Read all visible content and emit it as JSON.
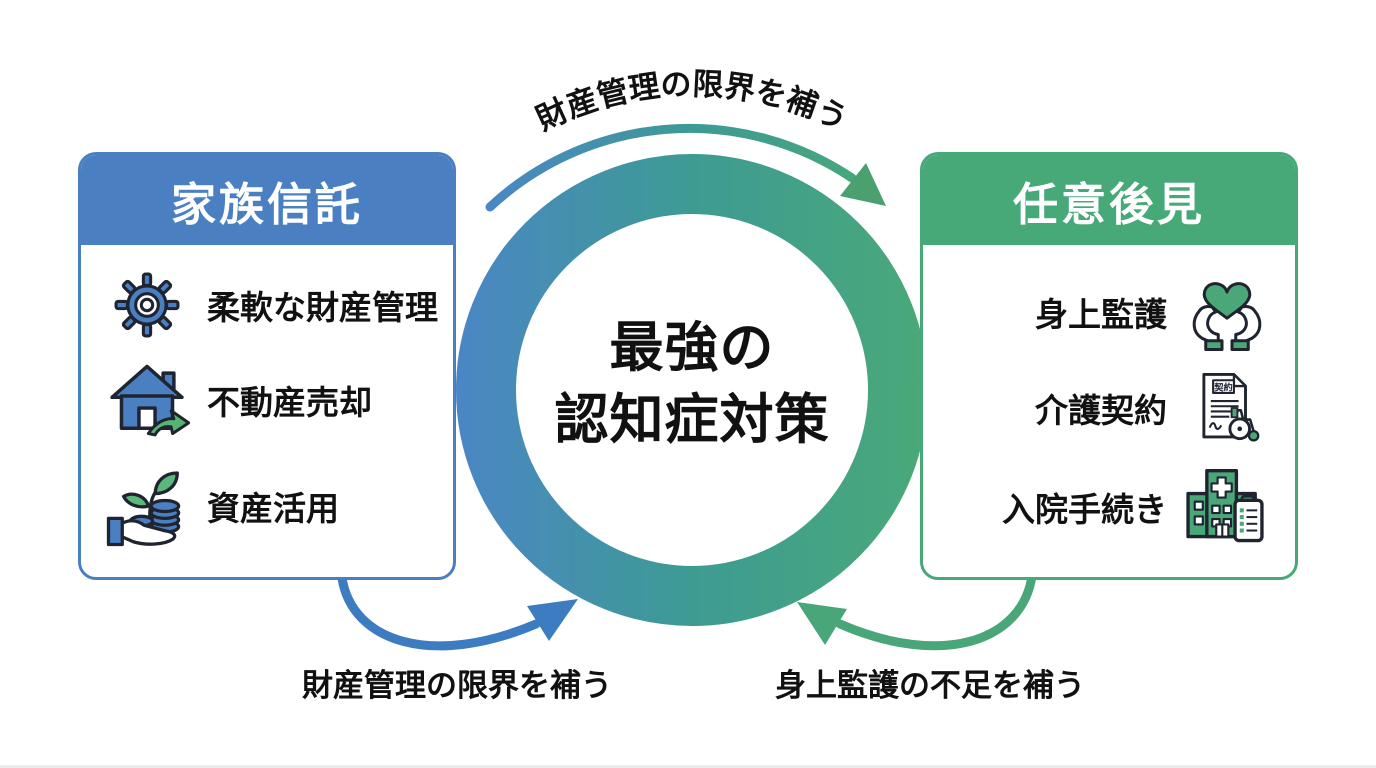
{
  "colors": {
    "blue": "#4a80c2",
    "green": "#47a878",
    "teal": "#3d9b93",
    "outline": "#1f2430",
    "text": "#111111"
  },
  "center_circle": {
    "line1": "最強の",
    "line2": "認知症対策"
  },
  "top_arrow": {
    "label": "財産管理の限界を補う"
  },
  "bottom_left_arrow": {
    "label": "財産管理の限界を補う"
  },
  "bottom_right_arrow": {
    "label": "身上監護の不足を補う"
  },
  "left_card": {
    "title": "家族信託",
    "items": [
      {
        "icon": "gear-icon",
        "label": "柔軟な財産管理"
      },
      {
        "icon": "house-sale-icon",
        "label": "不動産売却"
      },
      {
        "icon": "asset-plant-coins-icon",
        "label": "資産活用"
      }
    ]
  },
  "right_card": {
    "title": "任意後見",
    "items": [
      {
        "icon": "hands-holding-heart-icon",
        "label": "身上監護"
      },
      {
        "icon": "care-contract-icon",
        "label": "介護契約",
        "icon_text": "契約"
      },
      {
        "icon": "hospital-clipboard-icon",
        "label": "入院手続き"
      }
    ]
  }
}
